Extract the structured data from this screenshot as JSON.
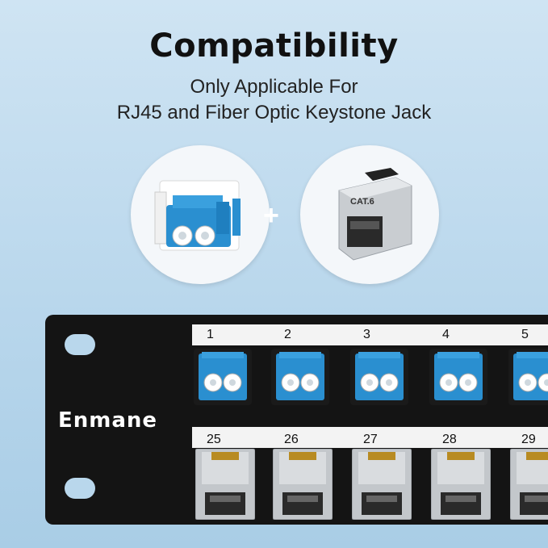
{
  "heading": "Compatibility",
  "subtitle_line1": "Only Applicable For",
  "subtitle_line2": "RJ45 and Fiber Optic Keystone Jack",
  "plus_sign": "+",
  "brand": "Enmane",
  "cat_label": "CAT.6",
  "top_row_numbers": [
    "1",
    "2",
    "3",
    "4",
    "5"
  ],
  "bottom_row_numbers": [
    "25",
    "26",
    "27",
    "28",
    "29"
  ],
  "colors": {
    "fiber_blue": "#2a8fd0",
    "panel_black": "#141414",
    "background": "#b9d7ec"
  }
}
